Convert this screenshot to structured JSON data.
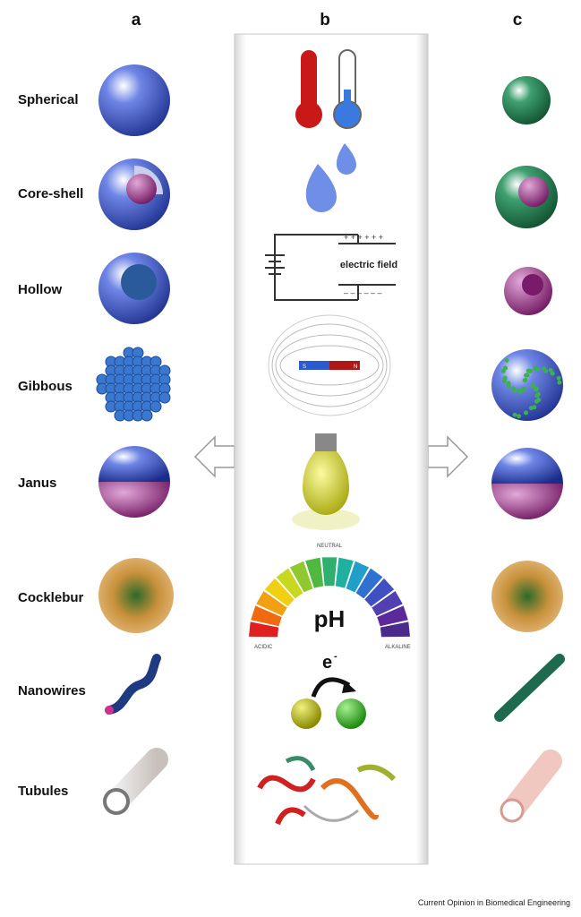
{
  "columns": {
    "a": "a",
    "b": "b",
    "c": "c"
  },
  "morphologies": [
    "Spherical",
    "Core-shell",
    "Hollow",
    "Gibbous",
    "Janus",
    "Cocklebur",
    "Nanowires",
    "Tubules"
  ],
  "stimuli": {
    "electric_label": "electric field",
    "ph_label": "pH",
    "ph_neutral": "NEUTRAL",
    "ph_acidic": "ACIDIC",
    "ph_alkaline": "ALKALINE",
    "electron_label": "e",
    "electron_sup": "-",
    "magnet_s": "S",
    "magnet_n": "N"
  },
  "colors": {
    "blue": "#2b3fb0",
    "purple": "#8a1f7a",
    "green": "#1e7a4e",
    "gold": "#c8913a"
  },
  "footer": "Current Opinion in Biomedical Engineering"
}
